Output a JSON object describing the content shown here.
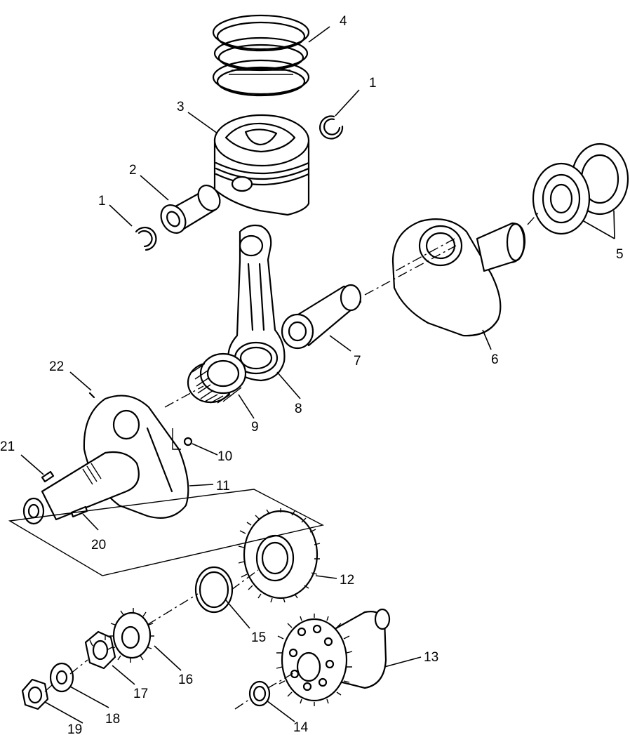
{
  "callouts": {
    "c1a": "1",
    "c1b": "1",
    "c2": "2",
    "c3": "3",
    "c4": "4",
    "c5": "5",
    "c6": "6",
    "c7": "7",
    "c8": "8",
    "c9": "9",
    "c10": "10",
    "c11": "11",
    "c12": "12",
    "c13": "13",
    "c14": "14",
    "c15": "15",
    "c16": "16",
    "c17": "17",
    "c18": "18",
    "c19": "19",
    "c20": "20",
    "c21": "21",
    "c22": "22"
  }
}
